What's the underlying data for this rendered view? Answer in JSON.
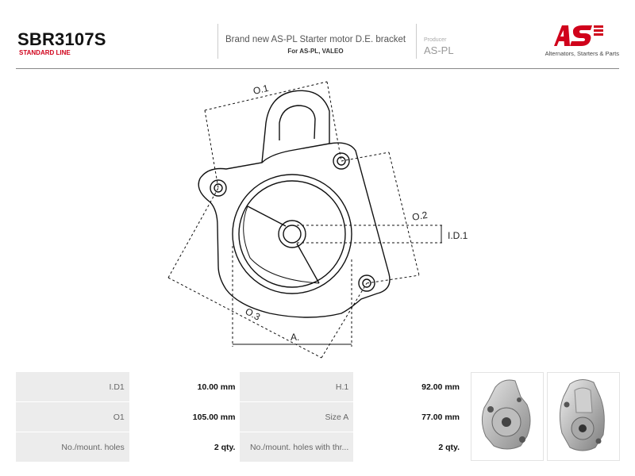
{
  "header": {
    "code": "SBR3107S",
    "line": "STANDARD LINE",
    "description": "Brand new AS-PL Starter motor D.E. bracket",
    "for": "For AS-PL, VALEO",
    "producer_label": "Producer",
    "producer": "AS-PL",
    "logo_text": "AS",
    "logo_tagline": "Alternators, Starters & Parts",
    "brand_color": "#d0021b"
  },
  "drawing": {
    "labels": {
      "o1": "O.1",
      "o2": "O.2",
      "o3": "O.3",
      "id1": "I.D.1",
      "a": "A."
    }
  },
  "specs": [
    {
      "l1": "I.D1",
      "v1": "10.00 mm",
      "l2": "H.1",
      "v2": "92.00 mm"
    },
    {
      "l1": "O1",
      "v1": "105.00 mm",
      "l2": "Size A",
      "v2": "77.00 mm"
    },
    {
      "l1": "No./mount. holes",
      "v1": "2 qty.",
      "l2": "No./mount. holes with thr...",
      "v2": "2 qty."
    }
  ],
  "photos": [
    {
      "icon": "bracket-photo-front"
    },
    {
      "icon": "bracket-photo-back"
    }
  ]
}
